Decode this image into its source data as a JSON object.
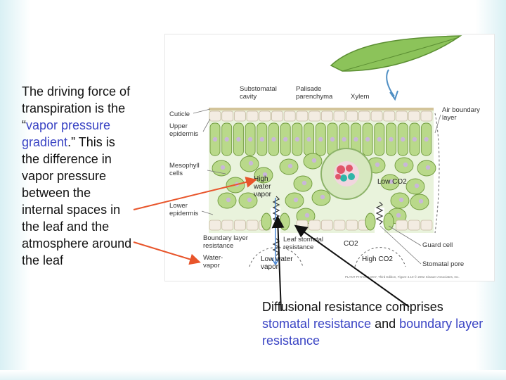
{
  "left_text": {
    "part1": "The driving force of transpiration is the “",
    "highlight": "vapor pressure gradient",
    "part2": ".”  This is the difference in vapor pressure between the internal spaces in the leaf and the atmosphere around the leaf"
  },
  "bottom_caption": {
    "part1": "Diffusional resistance comprises ",
    "highlight1": "stomatal resistance",
    "middle": " and ",
    "highlight2": "boundary layer resistance"
  },
  "diagram": {
    "labels": {
      "substomatal_cavity_1": "Substomatal",
      "substomatal_cavity_2": "cavity",
      "palisade_1": "Palisade",
      "palisade_2": "parenchyma",
      "xylem": "Xylem",
      "cuticle": "Cuticle",
      "upper_epidermis_1": "Upper",
      "upper_epidermis_2": "epidermis",
      "mesophyll_1": "Mesophyll",
      "mesophyll_2": "cells",
      "lower_epidermis_1": "Lower",
      "lower_epidermis_2": "epidermis",
      "air_boundary_1": "Air boundary",
      "air_boundary_2": "layer",
      "high_water_1": "High",
      "high_water_2": "water",
      "high_water_3": "vapor",
      "low_co2": "Low CO2",
      "boundary_resistance_1": "Boundary layer",
      "boundary_resistance_2": "resistance",
      "leaf_stomatal_1": "Leaf stomatal",
      "leaf_stomatal_2": "resistance",
      "co2": "CO2",
      "water_vapor_1": "Water-",
      "water_vapor_2": "vapor",
      "low_water_1": "Low water",
      "low_water_2": "vapor",
      "high_co2": "High CO2",
      "guard_cell": "Guard cell",
      "stomatal_pore": "Stomatal pore",
      "credit": "PLANT PHYSIOLOGY, Third Edition, Figure 4.10  © 2002 Sinauer Associates, Inc."
    },
    "colors": {
      "cell_green": "#b9d98a",
      "cell_dark": "#6f9a3c",
      "nucleus": "#c9b7d9",
      "epidermis": "#f3ece2",
      "xylem_red": "#e0566a",
      "xylem_teal": "#2fb5a8",
      "arrow_red": "#e8552b"
    }
  }
}
